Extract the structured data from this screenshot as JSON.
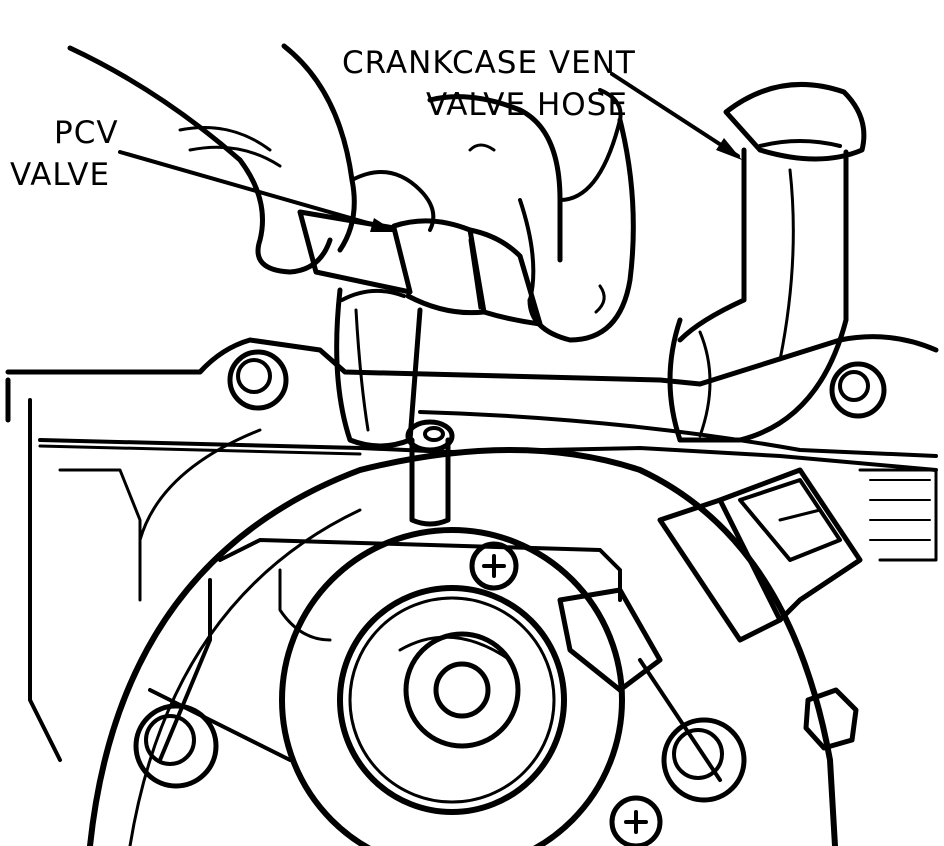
{
  "labels": {
    "pcv_valve": {
      "line1": "PCV",
      "line2": "VALVE"
    },
    "crankcase_vent_valve_hose": {
      "line1": "CRANKCASE VENT",
      "line2": "VALVE HOSE"
    }
  },
  "colors": {
    "ink": "#000000",
    "paper": "#ffffff"
  }
}
